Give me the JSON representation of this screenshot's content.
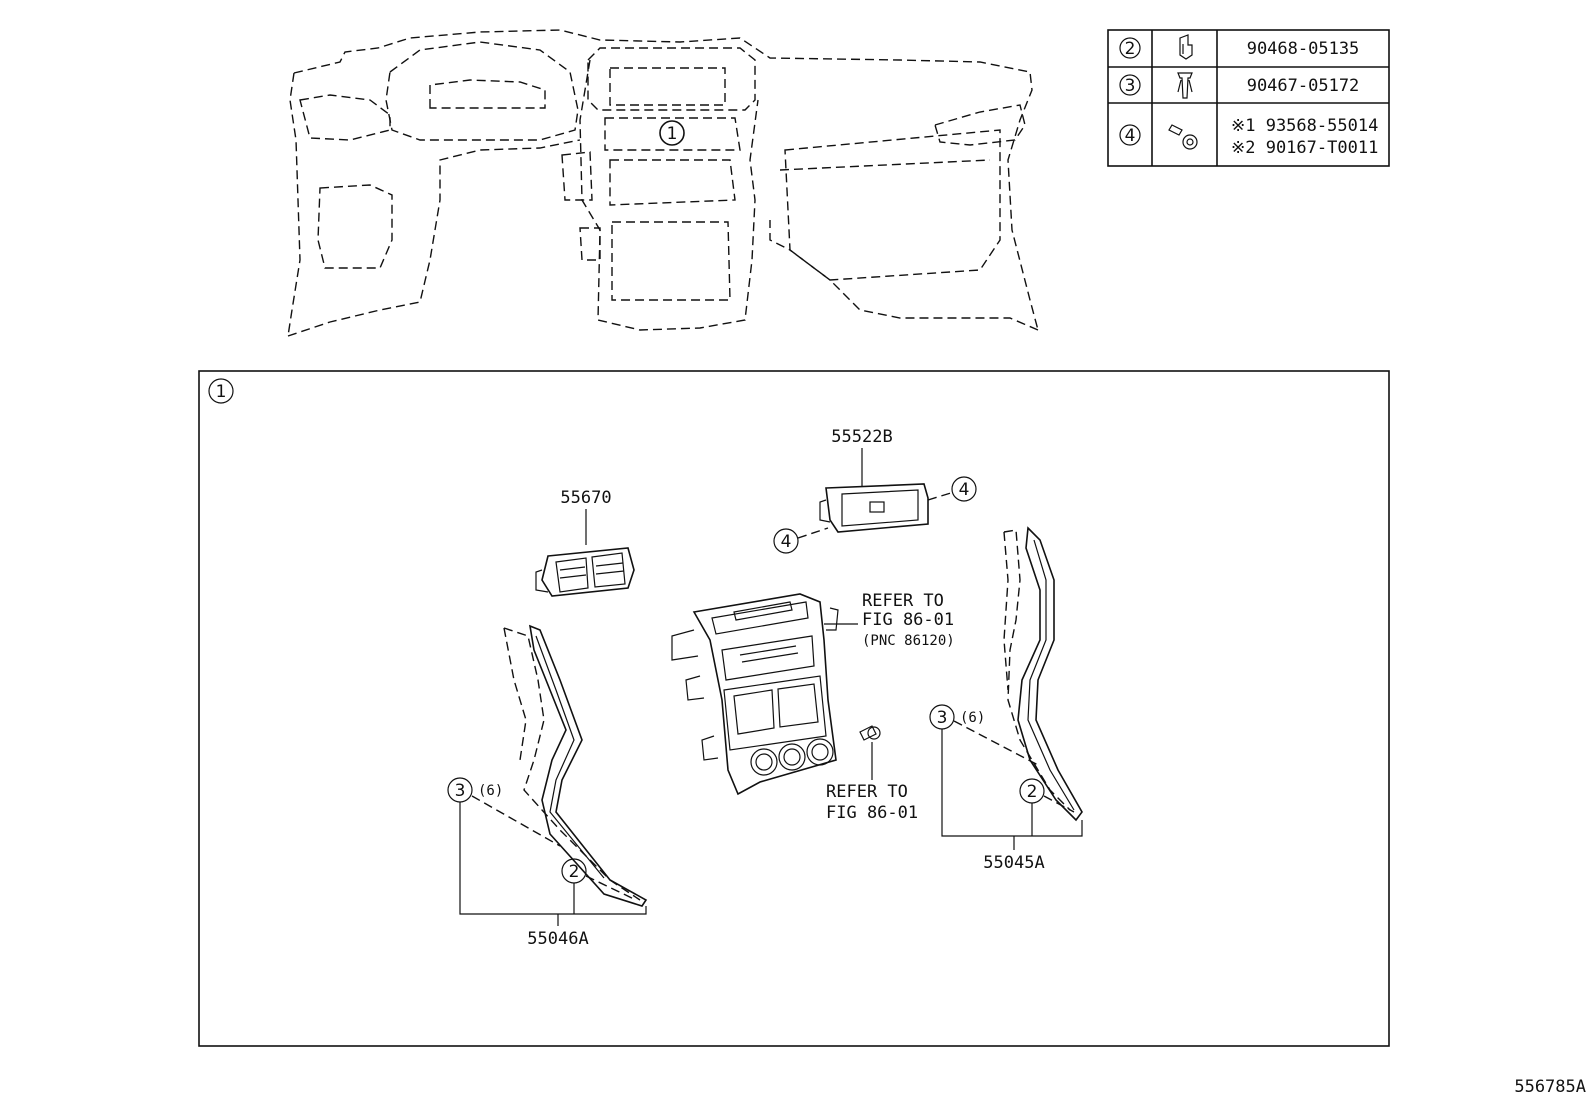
{
  "legend": {
    "rows": [
      {
        "ref": "2",
        "icon": "clip-icon",
        "part": "90468-05135"
      },
      {
        "ref": "3",
        "icon": "pin-clip-icon",
        "part": "90467-05172"
      },
      {
        "ref": "4",
        "icon": "screw-icon",
        "part_lines": [
          "※1 93568-55014",
          "※2 90167-T0011"
        ]
      }
    ]
  },
  "overview": {
    "callout": "1"
  },
  "detail": {
    "frame_ref": "1",
    "parts": {
      "p55522b": "55522B",
      "p55670": "55670",
      "p55045a": "55045A",
      "p55046a": "55046A"
    },
    "refer_top": [
      "REFER TO",
      "FIG 86-01",
      "(PNC 86120)"
    ],
    "refer_bottom": [
      "REFER TO",
      "FIG 86-01"
    ],
    "callouts": {
      "c4_right": "4",
      "c4_left": "4",
      "c3_right": "3",
      "c3_right_qty": "(6)",
      "c2_right": "2",
      "c3_left": "3",
      "c3_left_qty": "(6)",
      "c2_left": "2"
    }
  },
  "figure_id": "556785A"
}
